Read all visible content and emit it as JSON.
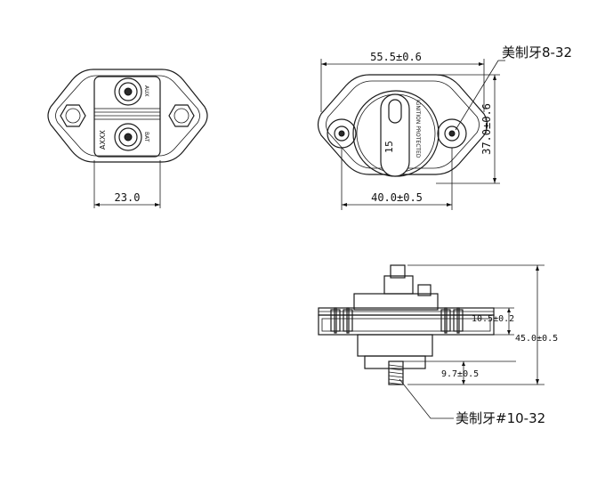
{
  "left_view": {
    "width_dim": "23.0",
    "label_aux": "AUX",
    "label_bat": "BAT",
    "label_part": "AXXX"
  },
  "top_view": {
    "width_dim": "55.5±0.6",
    "height_dim": "37.0±0.6",
    "hole_spacing_dim": "40.0±0.5",
    "thread_callout": "美制牙8-32",
    "rating": "15",
    "protected_text": "IGNITION PROTECTED"
  },
  "side_view": {
    "total_height_dim": "45.0±0.5",
    "flange_height_dim": "10.5±0.2",
    "stud_length_dim": "9.7±0.5",
    "thread_callout": "美制牙#10-32"
  }
}
